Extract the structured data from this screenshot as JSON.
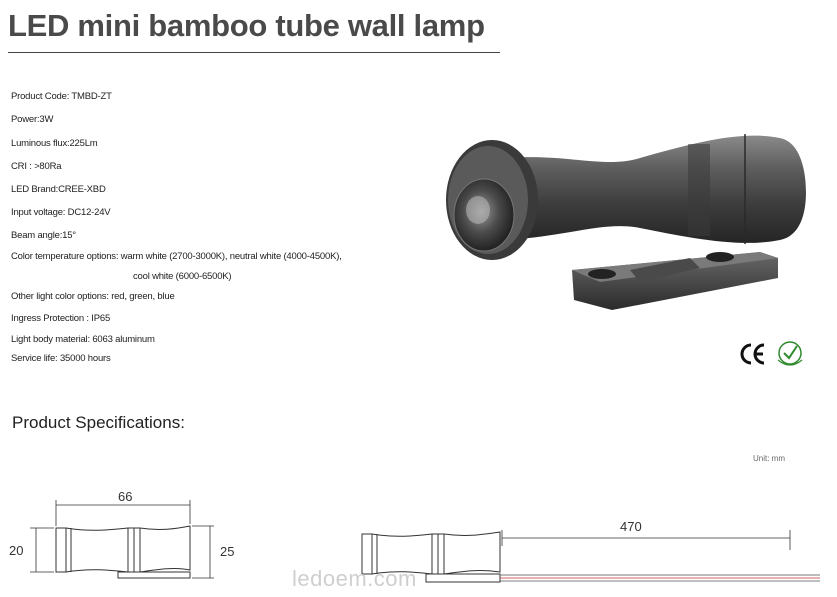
{
  "title": "LED mini bamboo tube wall lamp",
  "specs": [
    "Product Code: TMBD-ZT",
    "Power:3W",
    "Luminous flux:225Lm",
    "CRI : >80Ra",
    "LED Brand:CREE-XBD",
    "Input voltage: DC12-24V",
    "Beam angle:15°",
    "Color temperature options: warm white (2700-3000K), neutral white (4000-4500K),",
    "cool white (6000-6500K)",
    "Other light color options: red, green, blue",
    "Ingress Protection : IP65",
    "Light body material: 6063 aluminum",
    "Service life: 35000 hours"
  ],
  "certifications": {
    "ce_mark": "CE",
    "second_mark": "RoHS-style certification icon"
  },
  "section_title": "Product Specifications:",
  "unit_label": "Unit: mm",
  "dimensions": {
    "length": "66",
    "height_left": "20",
    "height_right": "25",
    "cable": "470"
  },
  "watermark": "ledoem.com"
}
